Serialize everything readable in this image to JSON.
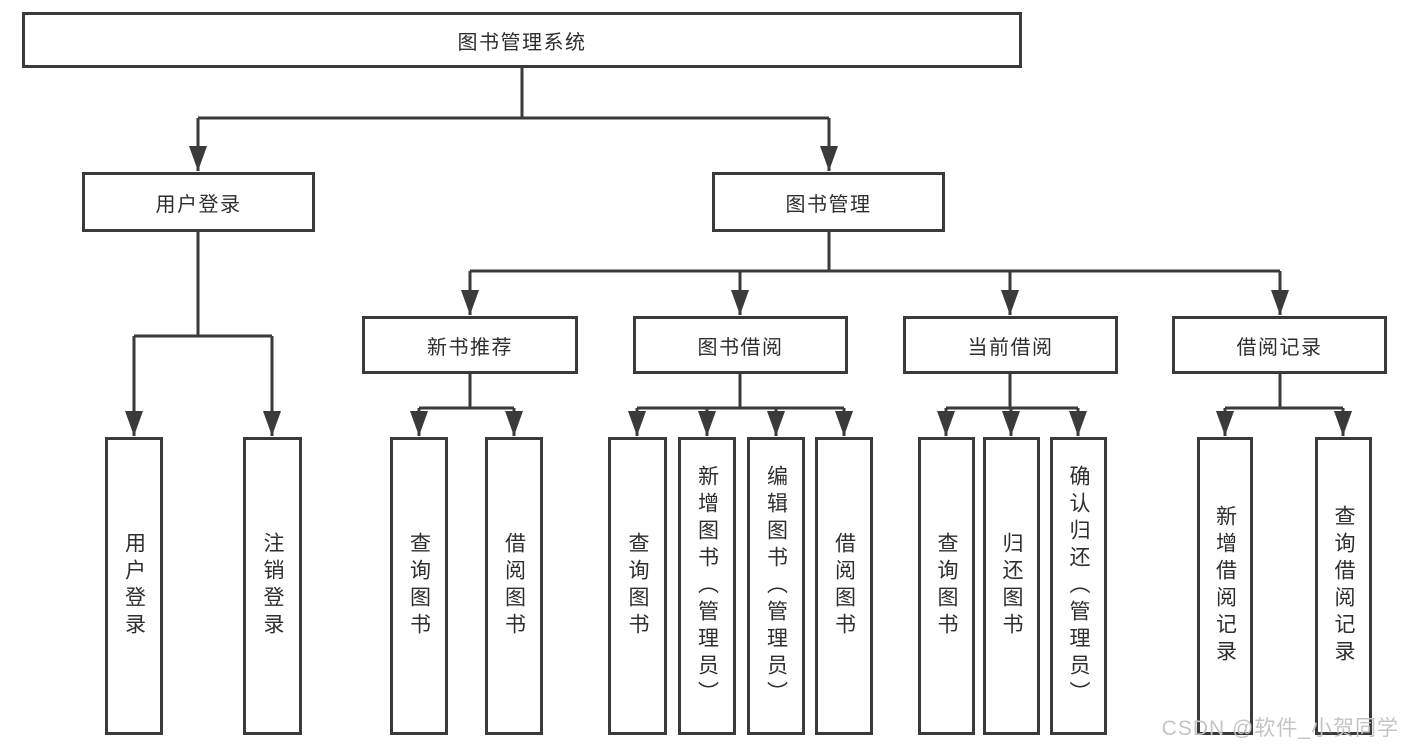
{
  "root": {
    "label": "图书管理系统"
  },
  "level2": [
    {
      "label": "用户登录"
    },
    {
      "label": "图书管理"
    }
  ],
  "level3": [
    {
      "label": "新书推荐"
    },
    {
      "label": "图书借阅"
    },
    {
      "label": "当前借阅"
    },
    {
      "label": "借阅记录"
    }
  ],
  "leaves": {
    "login": [
      "用户登录",
      "注销登录"
    ],
    "newbook": [
      "查询图书",
      "借阅图书"
    ],
    "borrow": [
      "查询图书",
      "新增图书（管理员）",
      "编辑图书（管理员）",
      "借阅图书"
    ],
    "current": [
      "查询图书",
      "归还图书",
      "确认归还（管理员）"
    ],
    "record": [
      "新增借阅记录",
      "查询借阅记录"
    ]
  },
  "watermark": "CSDN @软件_小贺同学",
  "colors": {
    "line": "#3a3a3a",
    "text": "#2e2e2e",
    "background": "#ffffff",
    "watermark": "#c4c4c4"
  }
}
